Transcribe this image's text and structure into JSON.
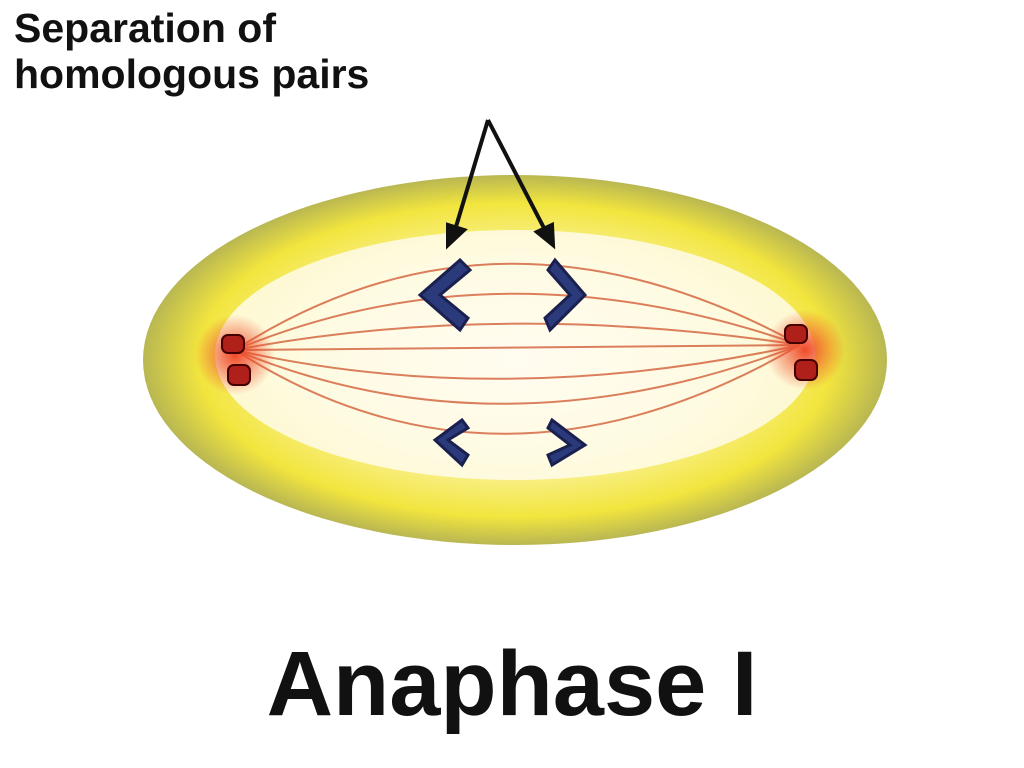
{
  "annotation": {
    "line1": "Separation of",
    "line2": "homologous pairs"
  },
  "title": "Anaphase I",
  "colors": {
    "cell_fill": "#f5ea4a",
    "cell_rim": "#a8a850",
    "spindle": "#d2603a",
    "chromosome": "#2a3a7a",
    "centriole": "#b0201a"
  }
}
